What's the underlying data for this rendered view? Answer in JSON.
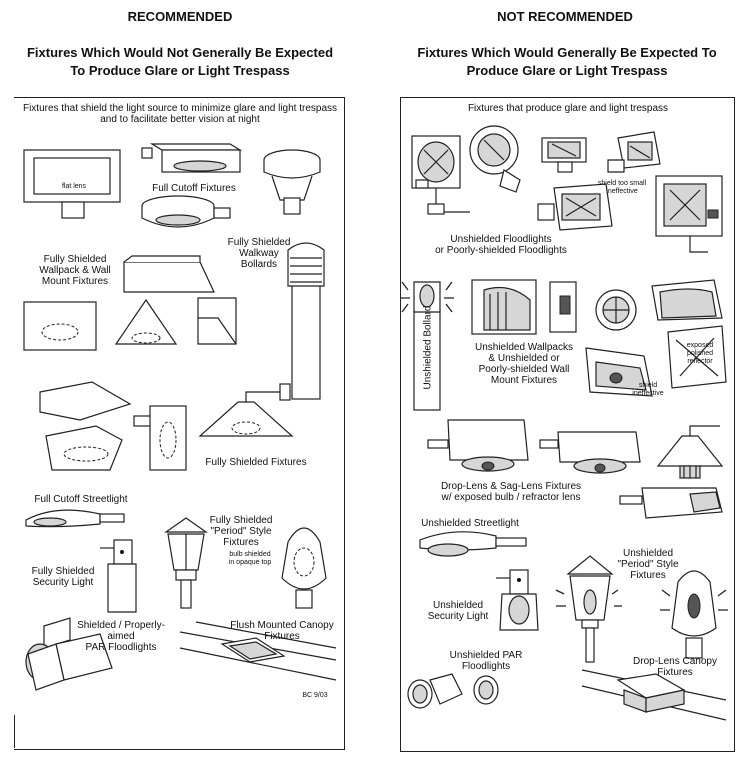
{
  "left": {
    "heading": "RECOMMENDED",
    "subheading_line1": "Fixtures Which Would Not Generally Be Expected",
    "subheading_line2": "To Produce Glare or Light Trespass",
    "panel_title_line1": "Fixtures that shield the light source to minimize glare and light trespass",
    "panel_title_line2": "and to facilitate better vision at night",
    "labels": {
      "flat_lens": "flat lens",
      "full_cutoff": "Full Cutoff Fixtures",
      "walkway_bollards_1": "Fully Shielded",
      "walkway_bollards_2": "Walkway",
      "walkway_bollards_3": "Bollards",
      "wallpack_1": "Fully Shielded",
      "wallpack_2": "Wallpack & Wall",
      "wallpack_3": "Mount Fixtures",
      "fully_shielded": "Fully Shielded Fixtures",
      "streetlight": "Full Cutoff Streetlight",
      "security_1": "Fully Shielded",
      "security_2": "Security Light",
      "period_1": "Fully Shielded",
      "period_2": "\"Period\" Style",
      "period_3": "Fixtures",
      "bulb_shielded_1": "bulb shielded",
      "bulb_shielded_2": "in opaque top",
      "par_1": "Shielded / Properly-aimed",
      "par_2": "PAR Floodlights",
      "canopy_1": "Flush Mounted Canopy",
      "canopy_2": "Fixtures",
      "credit": "BC 9/03"
    }
  },
  "right": {
    "heading": "NOT RECOMMENDED",
    "subheading_line1": "Fixtures Which Would Generally Be Expected To",
    "subheading_line2": "Produce Glare or Light Trespass",
    "panel_title": "Fixtures that produce glare and light trespass",
    "labels": {
      "shield_too_small_1": "shield too small",
      "shield_too_small_2": "ineffective",
      "floodlights_1": "Unshielded Floodlights",
      "floodlights_2": "or Poorly-shielded Floodlights",
      "bollard": "Unshielded Bollard",
      "wallpacks_1": "Unshielded Wallpacks",
      "wallpacks_2": "& Unshielded or",
      "wallpacks_3": "Poorly-shielded Wall",
      "wallpacks_4": "Mount Fixtures",
      "exposed_1": "exposed",
      "exposed_2": "polished",
      "exposed_3": "reflector",
      "shield_1": "shield",
      "shield_2": "ineffective",
      "droplens_1": "Drop-Lens & Sag-Lens Fixtures",
      "droplens_2": "w/ exposed bulb / refractor lens",
      "streetlight": "Unshielded Streetlight",
      "security_1": "Unshielded",
      "security_2": "Security Light",
      "period_1": "Unshielded",
      "period_2": "\"Period\" Style",
      "period_3": "Fixtures",
      "par_1": "Unshielded PAR",
      "par_2": "Floodlights",
      "canopy_1": "Drop-Lens Canopy",
      "canopy_2": "Fixtures"
    }
  }
}
